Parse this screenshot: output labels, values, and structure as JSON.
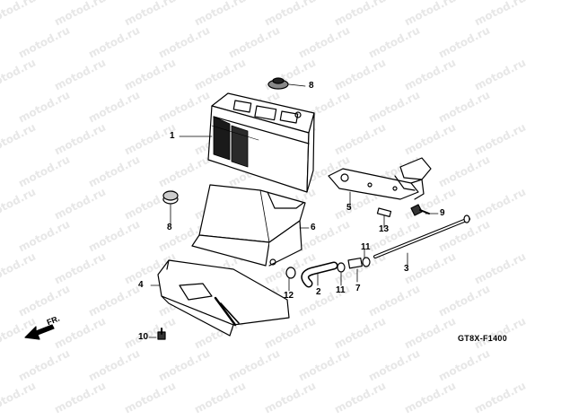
{
  "watermark": {
    "text": "motod.ru"
  },
  "diagram": {
    "code": "GT8X-F1400",
    "front_label": "FR.",
    "callouts": [
      {
        "id": "1"
      },
      {
        "id": "8a"
      },
      {
        "id": "8b"
      },
      {
        "id": "6"
      },
      {
        "id": "5"
      },
      {
        "id": "9"
      },
      {
        "id": "13"
      },
      {
        "id": "11a"
      },
      {
        "id": "3"
      },
      {
        "id": "4"
      },
      {
        "id": "12"
      },
      {
        "id": "2"
      },
      {
        "id": "11b"
      },
      {
        "id": "7"
      },
      {
        "id": "10"
      }
    ],
    "labels": {
      "c1": "1",
      "c8a": "8",
      "c8b": "8",
      "c6": "6",
      "c5": "5",
      "c9": "9",
      "c13": "13",
      "c11a": "11",
      "c3": "3",
      "c4": "4",
      "c12": "12",
      "c2": "2",
      "c11b": "11",
      "c7": "7",
      "c10": "10"
    }
  },
  "colors": {
    "line": "#000000",
    "watermark": "#e7e7e7",
    "background": "#ffffff"
  }
}
